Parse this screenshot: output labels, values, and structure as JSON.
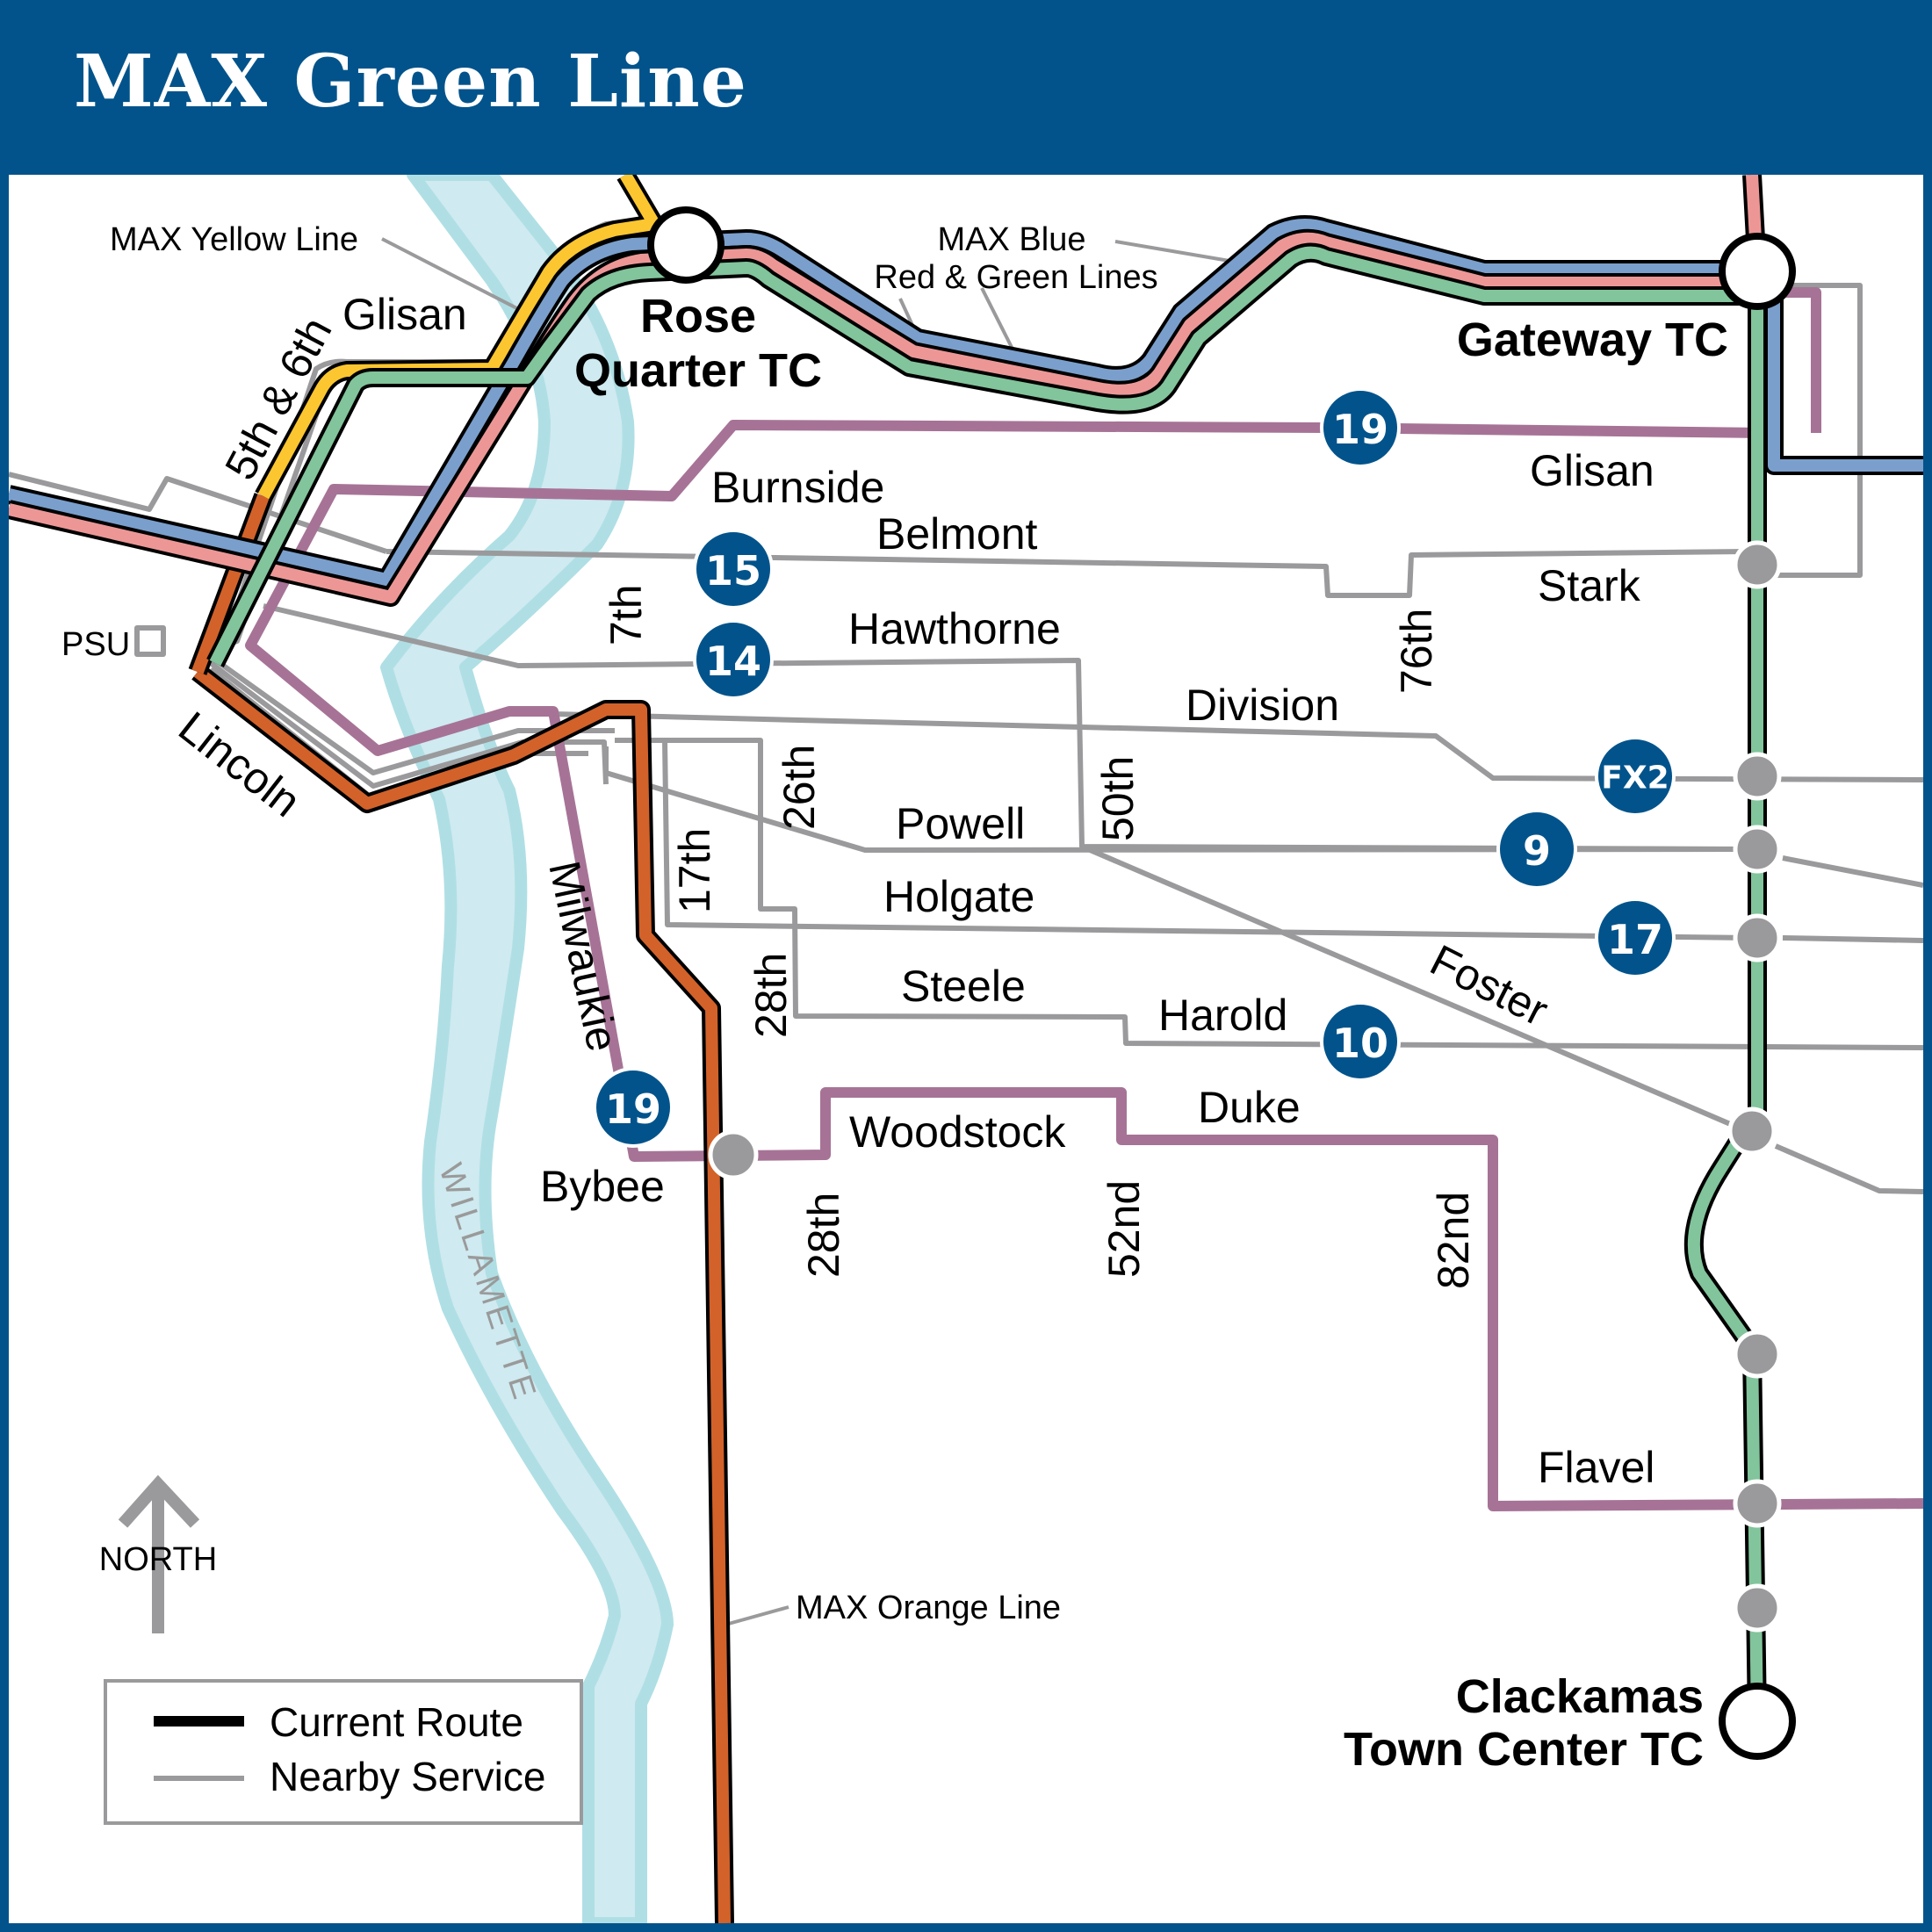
{
  "header": {
    "title": "MAX Green Line"
  },
  "colors": {
    "header_bg": "#02538b",
    "frame": "#02538b",
    "green_line": "#82c49b",
    "blue_line": "#7a9fcc",
    "red_line": "#ec9796",
    "yellow_line": "#fcc630",
    "orange_line": "#d2622a",
    "bus_frequent": "#a67396",
    "nearby_service": "#9a9a9c",
    "bullet_bg": "#02538b",
    "stop_dot": "#9a9a9c",
    "river_fill": "#cfeaf0",
    "river_edge": "#afdfe4"
  },
  "stations": {
    "rose_quarter": {
      "line1": "Rose",
      "line2": "Quarter TC"
    },
    "gateway": {
      "label": "Gateway TC"
    },
    "clackamas": {
      "line1": "Clackamas",
      "line2": "Town Center TC"
    }
  },
  "callouts": {
    "yellow_line": "MAX Yellow Line",
    "blue_red_green_line1": "MAX Blue",
    "blue_red_green_line2": "Red & Green Lines",
    "orange_line": "MAX Orange Line"
  },
  "landmarks": {
    "psu": "PSU",
    "river": "WILLAMETTE"
  },
  "streets": {
    "glisan_west": "Glisan",
    "fifth_sixth": "5th & 6th",
    "burnside": "Burnside",
    "belmont": "Belmont",
    "seventh": "7th",
    "hawthorne": "Hawthorne",
    "lincoln": "Lincoln",
    "division": "Division",
    "twenty_sixth": "26th",
    "powell": "Powell",
    "fiftieth": "50th",
    "seventeenth": "17th",
    "holgate": "Holgate",
    "milwaukie": "Milwaukie",
    "twenty_eighth_north": "28th",
    "steele": "Steele",
    "harold": "Harold",
    "foster": "Foster",
    "duke": "Duke",
    "woodstock": "Woodstock",
    "bybee": "Bybee",
    "twenty_eighth_south": "28th",
    "fifty_second": "52nd",
    "eighty_second": "82nd",
    "seventy_sixth": "76th",
    "glisan_east": "Glisan",
    "stark": "Stark",
    "flavel": "Flavel"
  },
  "bus_routes": [
    {
      "id": "19",
      "label": "19",
      "street": "Glisan"
    },
    {
      "id": "15",
      "label": "15",
      "street": "Belmont"
    },
    {
      "id": "14",
      "label": "14",
      "street": "Hawthorne"
    },
    {
      "id": "FX2",
      "label": "FX2",
      "street": "Division"
    },
    {
      "id": "9",
      "label": "9",
      "street": "Powell"
    },
    {
      "id": "17",
      "label": "17",
      "street": "Holgate"
    },
    {
      "id": "10",
      "label": "10",
      "street": "Harold"
    },
    {
      "id": "19b",
      "label": "19",
      "street": "Milwaukie / Woodstock"
    }
  ],
  "compass": {
    "label": "NORTH"
  },
  "legend": {
    "current_route": "Current Route",
    "nearby_service": "Nearby Service"
  }
}
